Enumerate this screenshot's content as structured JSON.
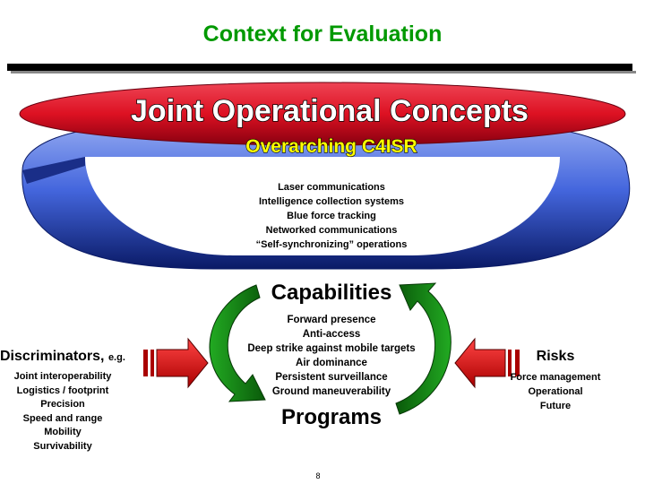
{
  "title": "Context for Evaluation",
  "banner": {
    "main": "Joint Operational Concepts",
    "sub": "Overarching C4ISR"
  },
  "c4isr_items": [
    "Laser communications",
    "Intelligence collection systems",
    "Blue force tracking",
    "Networked communications",
    "“Self-synchronizing” operations"
  ],
  "capabilities": {
    "title": "Capabilities",
    "items": [
      "Forward presence",
      "Anti-access",
      "Deep strike against mobile targets",
      "Air dominance",
      "Persistent surveillance",
      "Ground maneuverability"
    ]
  },
  "programs": {
    "title": "Programs"
  },
  "discriminators": {
    "title": "Discriminators,",
    "qualifier": "e.g.",
    "items": [
      "Joint interoperability",
      "Logistics / footprint",
      "Precision",
      "Speed and range",
      "Mobility",
      "Survivability"
    ]
  },
  "risks": {
    "title": "Risks",
    "items": [
      "Force management",
      "Operational",
      "Future"
    ]
  },
  "page_number": "8",
  "colors": {
    "title_green": "#009900",
    "banner_red": "#dd1122",
    "arc_blue": "#3355cc",
    "cycle_green": "#118811",
    "arrow_red": "#dd1111"
  }
}
